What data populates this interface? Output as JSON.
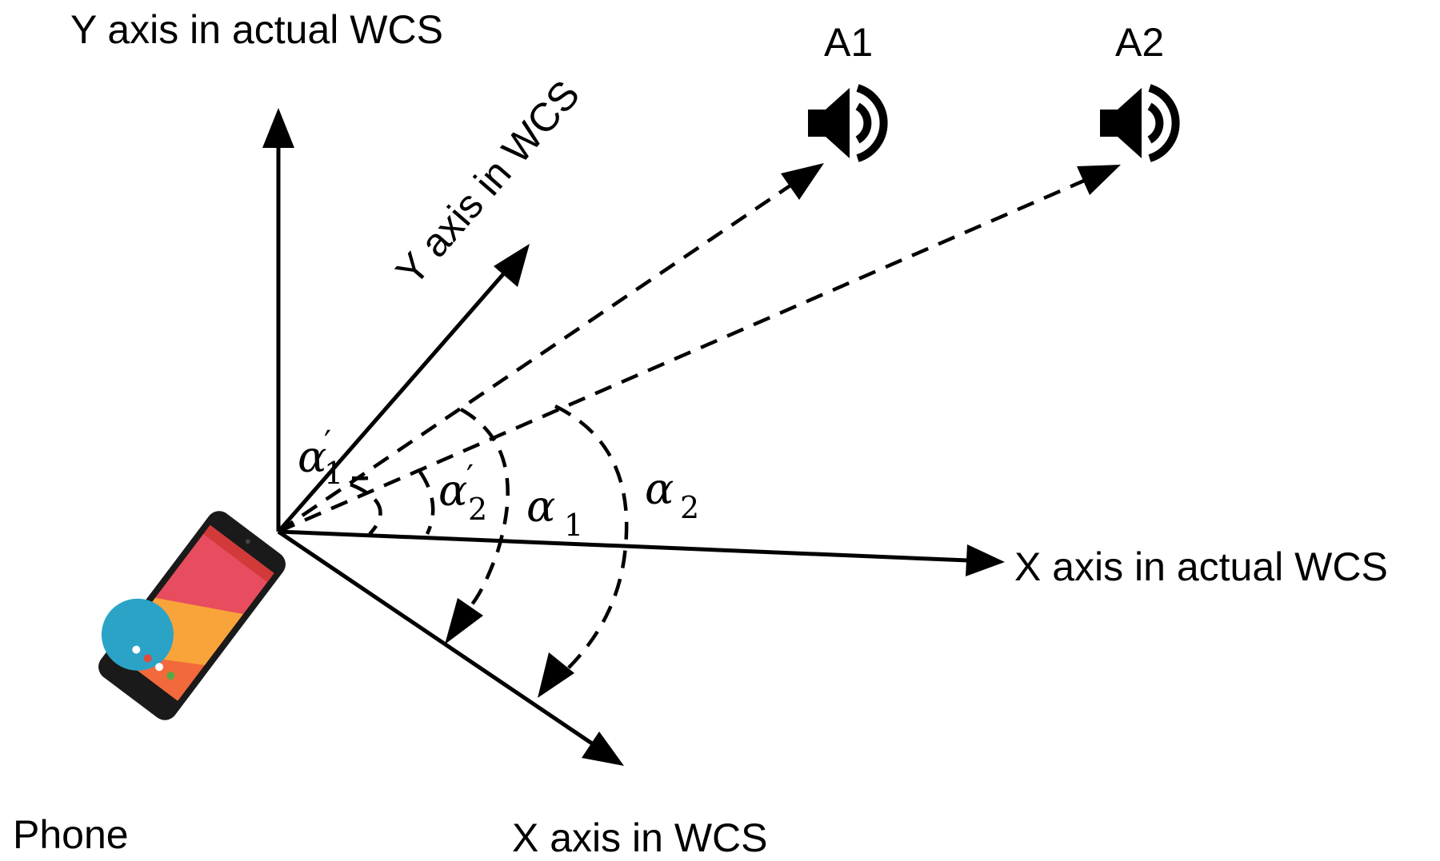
{
  "labels": {
    "y_actual": "Y axis in actual WCS",
    "y_wcs": "Y axis in WCS",
    "x_actual": "X axis in actual WCS",
    "x_wcs": "X axis in WCS",
    "phone": "Phone",
    "a1": "A1",
    "a2": "A2"
  },
  "angles": {
    "alpha1_prime": {
      "sym": "α",
      "sub": "1",
      "prime": "′"
    },
    "alpha2_prime": {
      "sym": "α",
      "sub": "2",
      "prime": "′"
    },
    "alpha1": {
      "sym": "α",
      "sub": "1"
    },
    "alpha2": {
      "sym": "α",
      "sub": "2"
    }
  },
  "icons": {
    "speaker_a1": "speaker-icon",
    "speaker_a2": "speaker-icon",
    "phone": "smartphone-icon"
  }
}
